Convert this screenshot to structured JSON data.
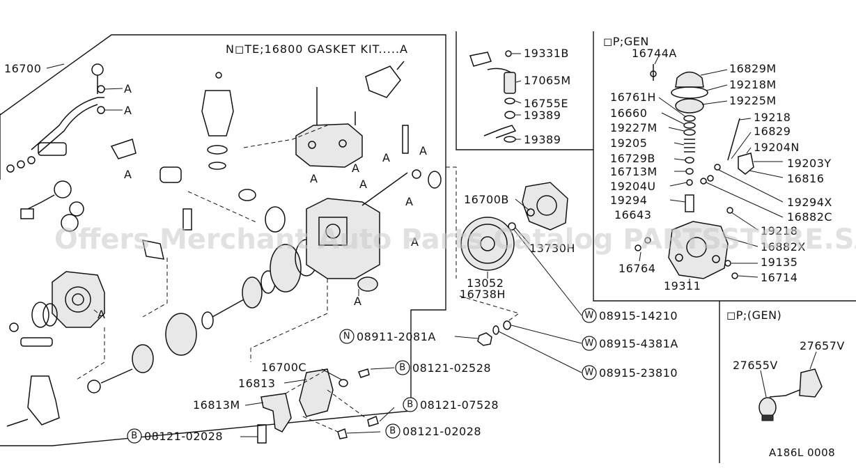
{
  "diagram_code": "A186L 0008",
  "watermark": "Offers Merchant Auto Parts Catalog PARTSSTORE.SA",
  "note": "N◻TE;16800 GASKET  KIT.....A",
  "kit_marker": "A",
  "option_gen_label": "◻P;GEN",
  "option_without_gen_label": "◻P;(GEN)",
  "prefix_symbols": {
    "W": "W",
    "N": "N",
    "B": "B"
  },
  "labels": {
    "p16700": "16700",
    "p19331B": "19331B",
    "p17065M": "17065M",
    "p16755E": "16755E",
    "p19389a": "19389",
    "p19389b": "19389",
    "p16744A": "16744A",
    "p16829M": "16829M",
    "p19218M": "19218M",
    "p16761H": "16761H",
    "p19225M": "19225M",
    "p16660": "16660",
    "p19218": "19218",
    "p19227M": "19227M",
    "p16829": "16829",
    "p19205": "19205",
    "p19204N": "19204N",
    "p16729B": "16729B",
    "p19203Y": "19203Y",
    "p16713M": "16713M",
    "p16816": "16816",
    "p19204U": "19204U",
    "p19294": "19294",
    "p19294X": "19294X",
    "p16643": "16643",
    "p16882C": "16882C",
    "p19218b": "19218",
    "p16882X": "16882X",
    "p16764": "16764",
    "p19135": "19135",
    "p19311": "19311",
    "p16714": "16714",
    "p16700B": "16700B",
    "p13730H": "13730H",
    "p13052": "13052",
    "p16738H": "16738H",
    "w08915_14210": "08915-14210",
    "n08911_2081A": "08911-2081A",
    "w08915_4381A": "08915-4381A",
    "w08915_23810": "08915-23810",
    "p16700C": "16700C",
    "b08121_02528": "08121-02528",
    "p16813": "16813",
    "p16813M": "16813M",
    "b08121_07528": "08121-07528",
    "b08121_02028a": "08121-02028",
    "b08121_02028b": "08121-02028",
    "p27657V": "27657V",
    "p27655V": "27655V"
  }
}
